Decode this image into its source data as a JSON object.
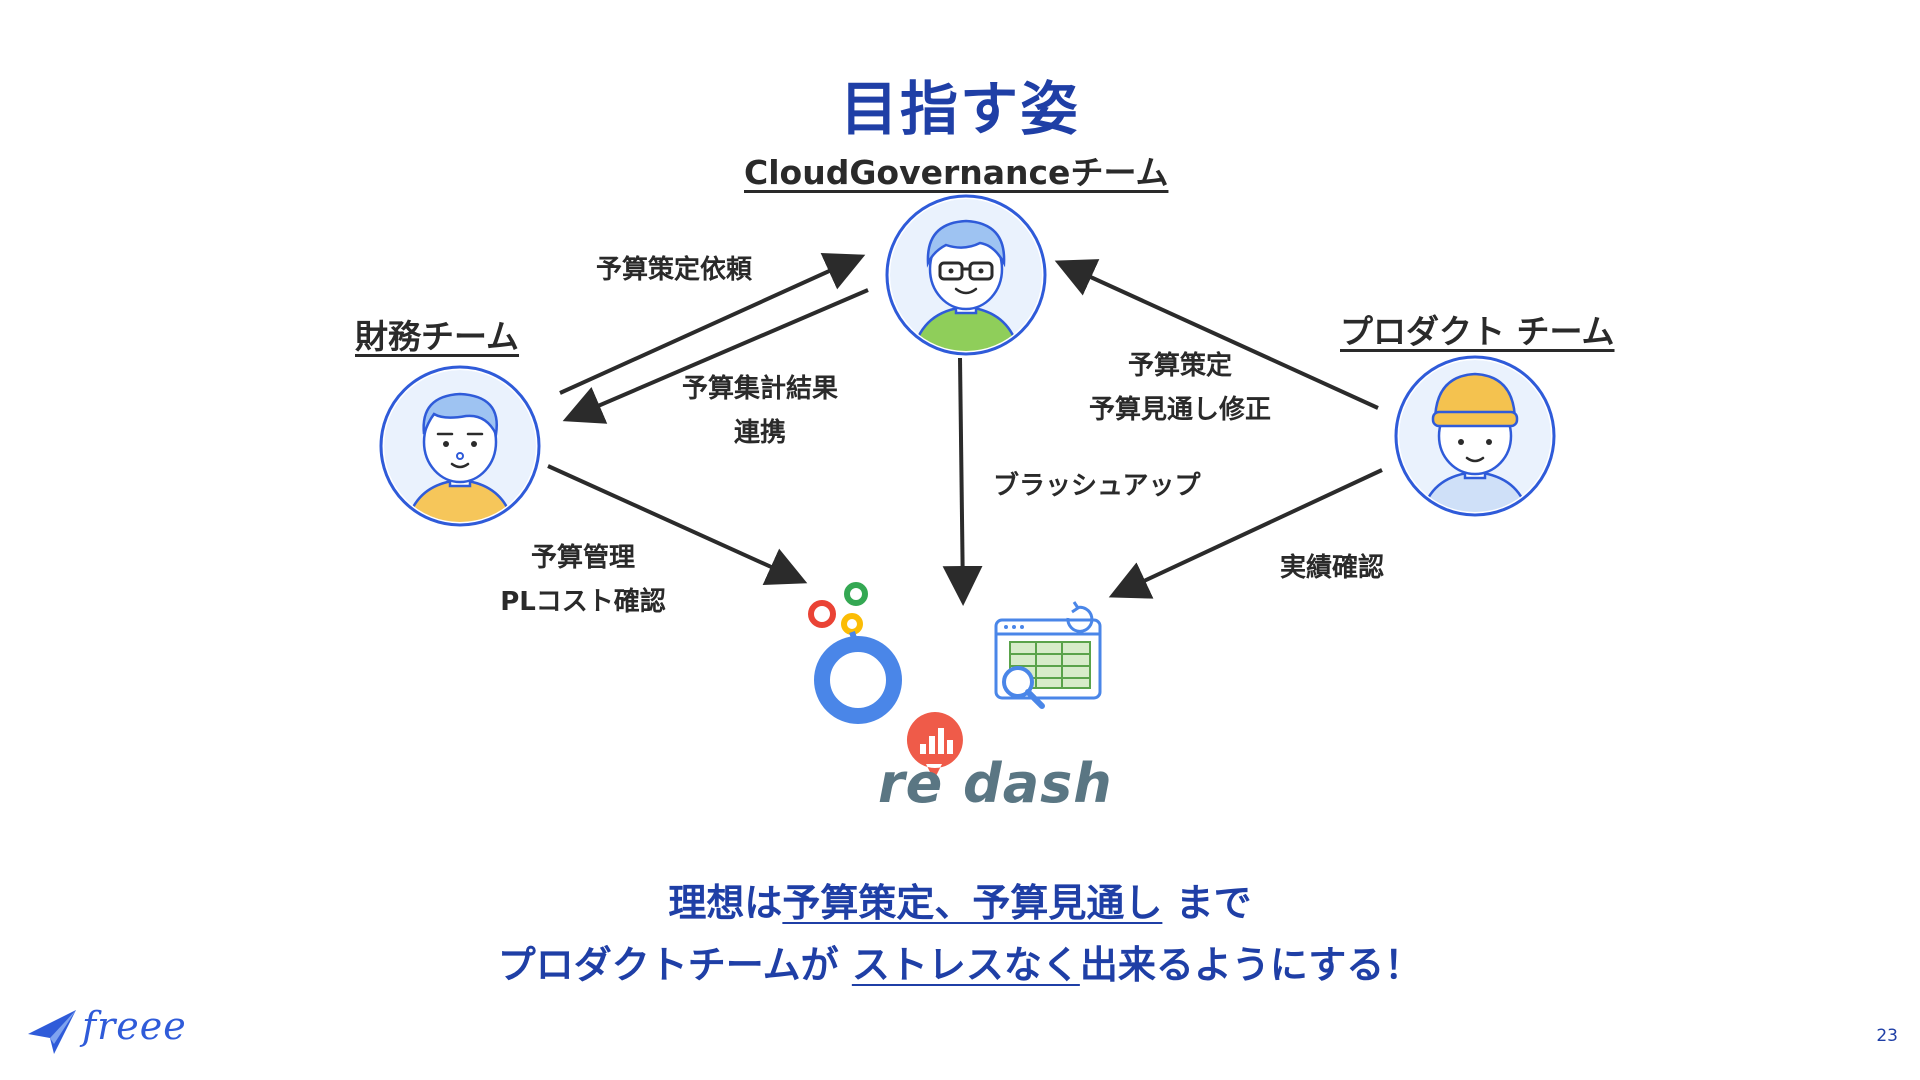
{
  "title": "目指す姿",
  "teams": {
    "cloud_governance": "CloudGovernanceチーム",
    "finance": "財務チーム",
    "product": "プロダクト チーム"
  },
  "edges": {
    "budget_request": "予算策定依頼",
    "aggregate_result_1": "予算集計結果",
    "aggregate_result_2": "連携",
    "budget_plan_1": "予算策定",
    "budget_plan_2": "予算見通し修正",
    "brushup": "ブラッシュアップ",
    "budget_mgmt_1": "予算管理",
    "budget_mgmt_2": "PLコスト確認",
    "actual_check": "実績確認"
  },
  "tools": {
    "redash": "re dash"
  },
  "message": {
    "line1_a": "理想は",
    "line1_b": "予算策定、予算見通し",
    "line1_c": "まで",
    "line2_a": "プロダクトチームが",
    "line2_b": "ストレスなく",
    "line2_c": "出来るようにする！"
  },
  "footer": {
    "logo": "freee",
    "page": "23"
  },
  "colors": {
    "brand_blue": "#1f3fa6",
    "avatar_ring": "#2f5bd9",
    "avatar_bg": "#eaf2fd",
    "arrow": "#2b2b2b"
  }
}
